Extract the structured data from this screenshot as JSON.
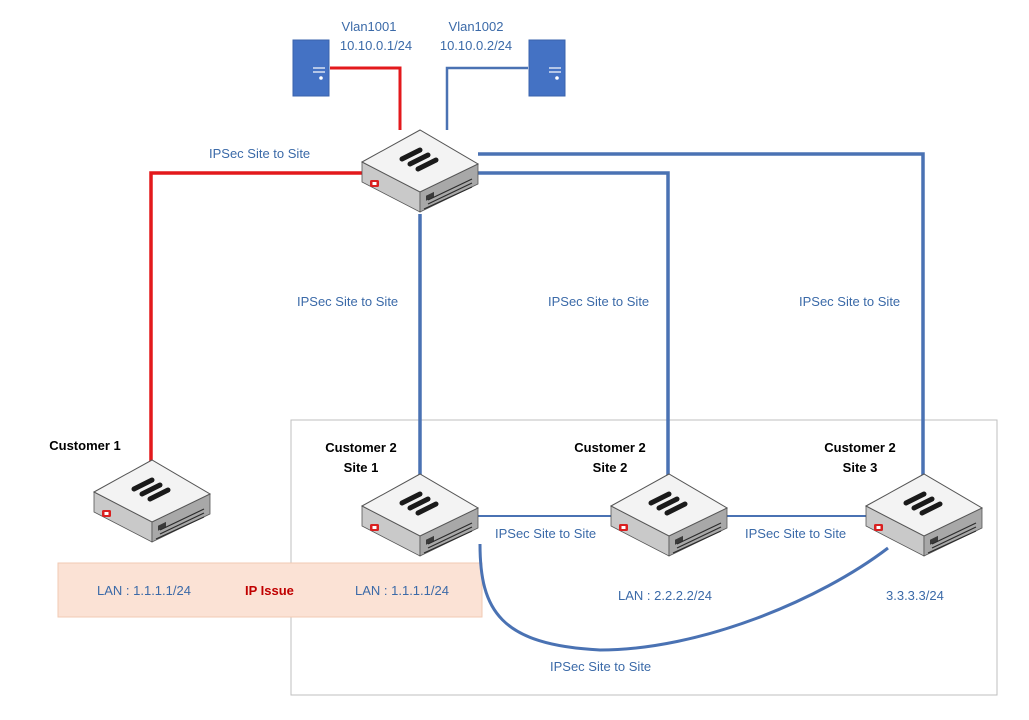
{
  "labels": {
    "vlan1001_name": "Vlan1001",
    "vlan1001_ip": "10.10.0.1/24",
    "vlan1002_name": "Vlan1002",
    "vlan1002_ip": "10.10.0.2/24",
    "ipsec_hub_customer1": "IPSec Site to Site",
    "ipsec_hub_site1": "IPSec Site to Site",
    "ipsec_hub_site2": "IPSec Site to Site",
    "ipsec_hub_site3": "IPSec Site to Site",
    "ipsec_site1_site2": "IPSec Site to Site",
    "ipsec_site2_site3": "IPSec Site to Site",
    "ipsec_site1_site3": "IPSec Site to Site",
    "customer1_title": "Customer 1",
    "customer2_site1_line1": "Customer 2",
    "customer2_site1_line2": "Site 1",
    "customer2_site2_line1": "Customer 2",
    "customer2_site2_line2": "Site 2",
    "customer2_site3_line1": "Customer 2",
    "customer2_site3_line2": "Site 3",
    "customer1_lan": "LAN : 1.1.1.1/24",
    "ip_issue": "IP Issue",
    "site1_lan": "LAN : 1.1.1.1/24",
    "site2_lan": "LAN : 2.2.2.2/24",
    "site3_lan": "3.3.3.3/24"
  },
  "colors": {
    "red_link": "#e3191c",
    "blue_link": "#4a72b3",
    "label_blue": "#3b6aa8",
    "issue_red": "#c00000",
    "overlap_fill": "#fbe2d5",
    "server_blue": "#4472c4"
  },
  "icons": {
    "server": "server-icon",
    "firewall": "firewall-appliance-icon"
  }
}
